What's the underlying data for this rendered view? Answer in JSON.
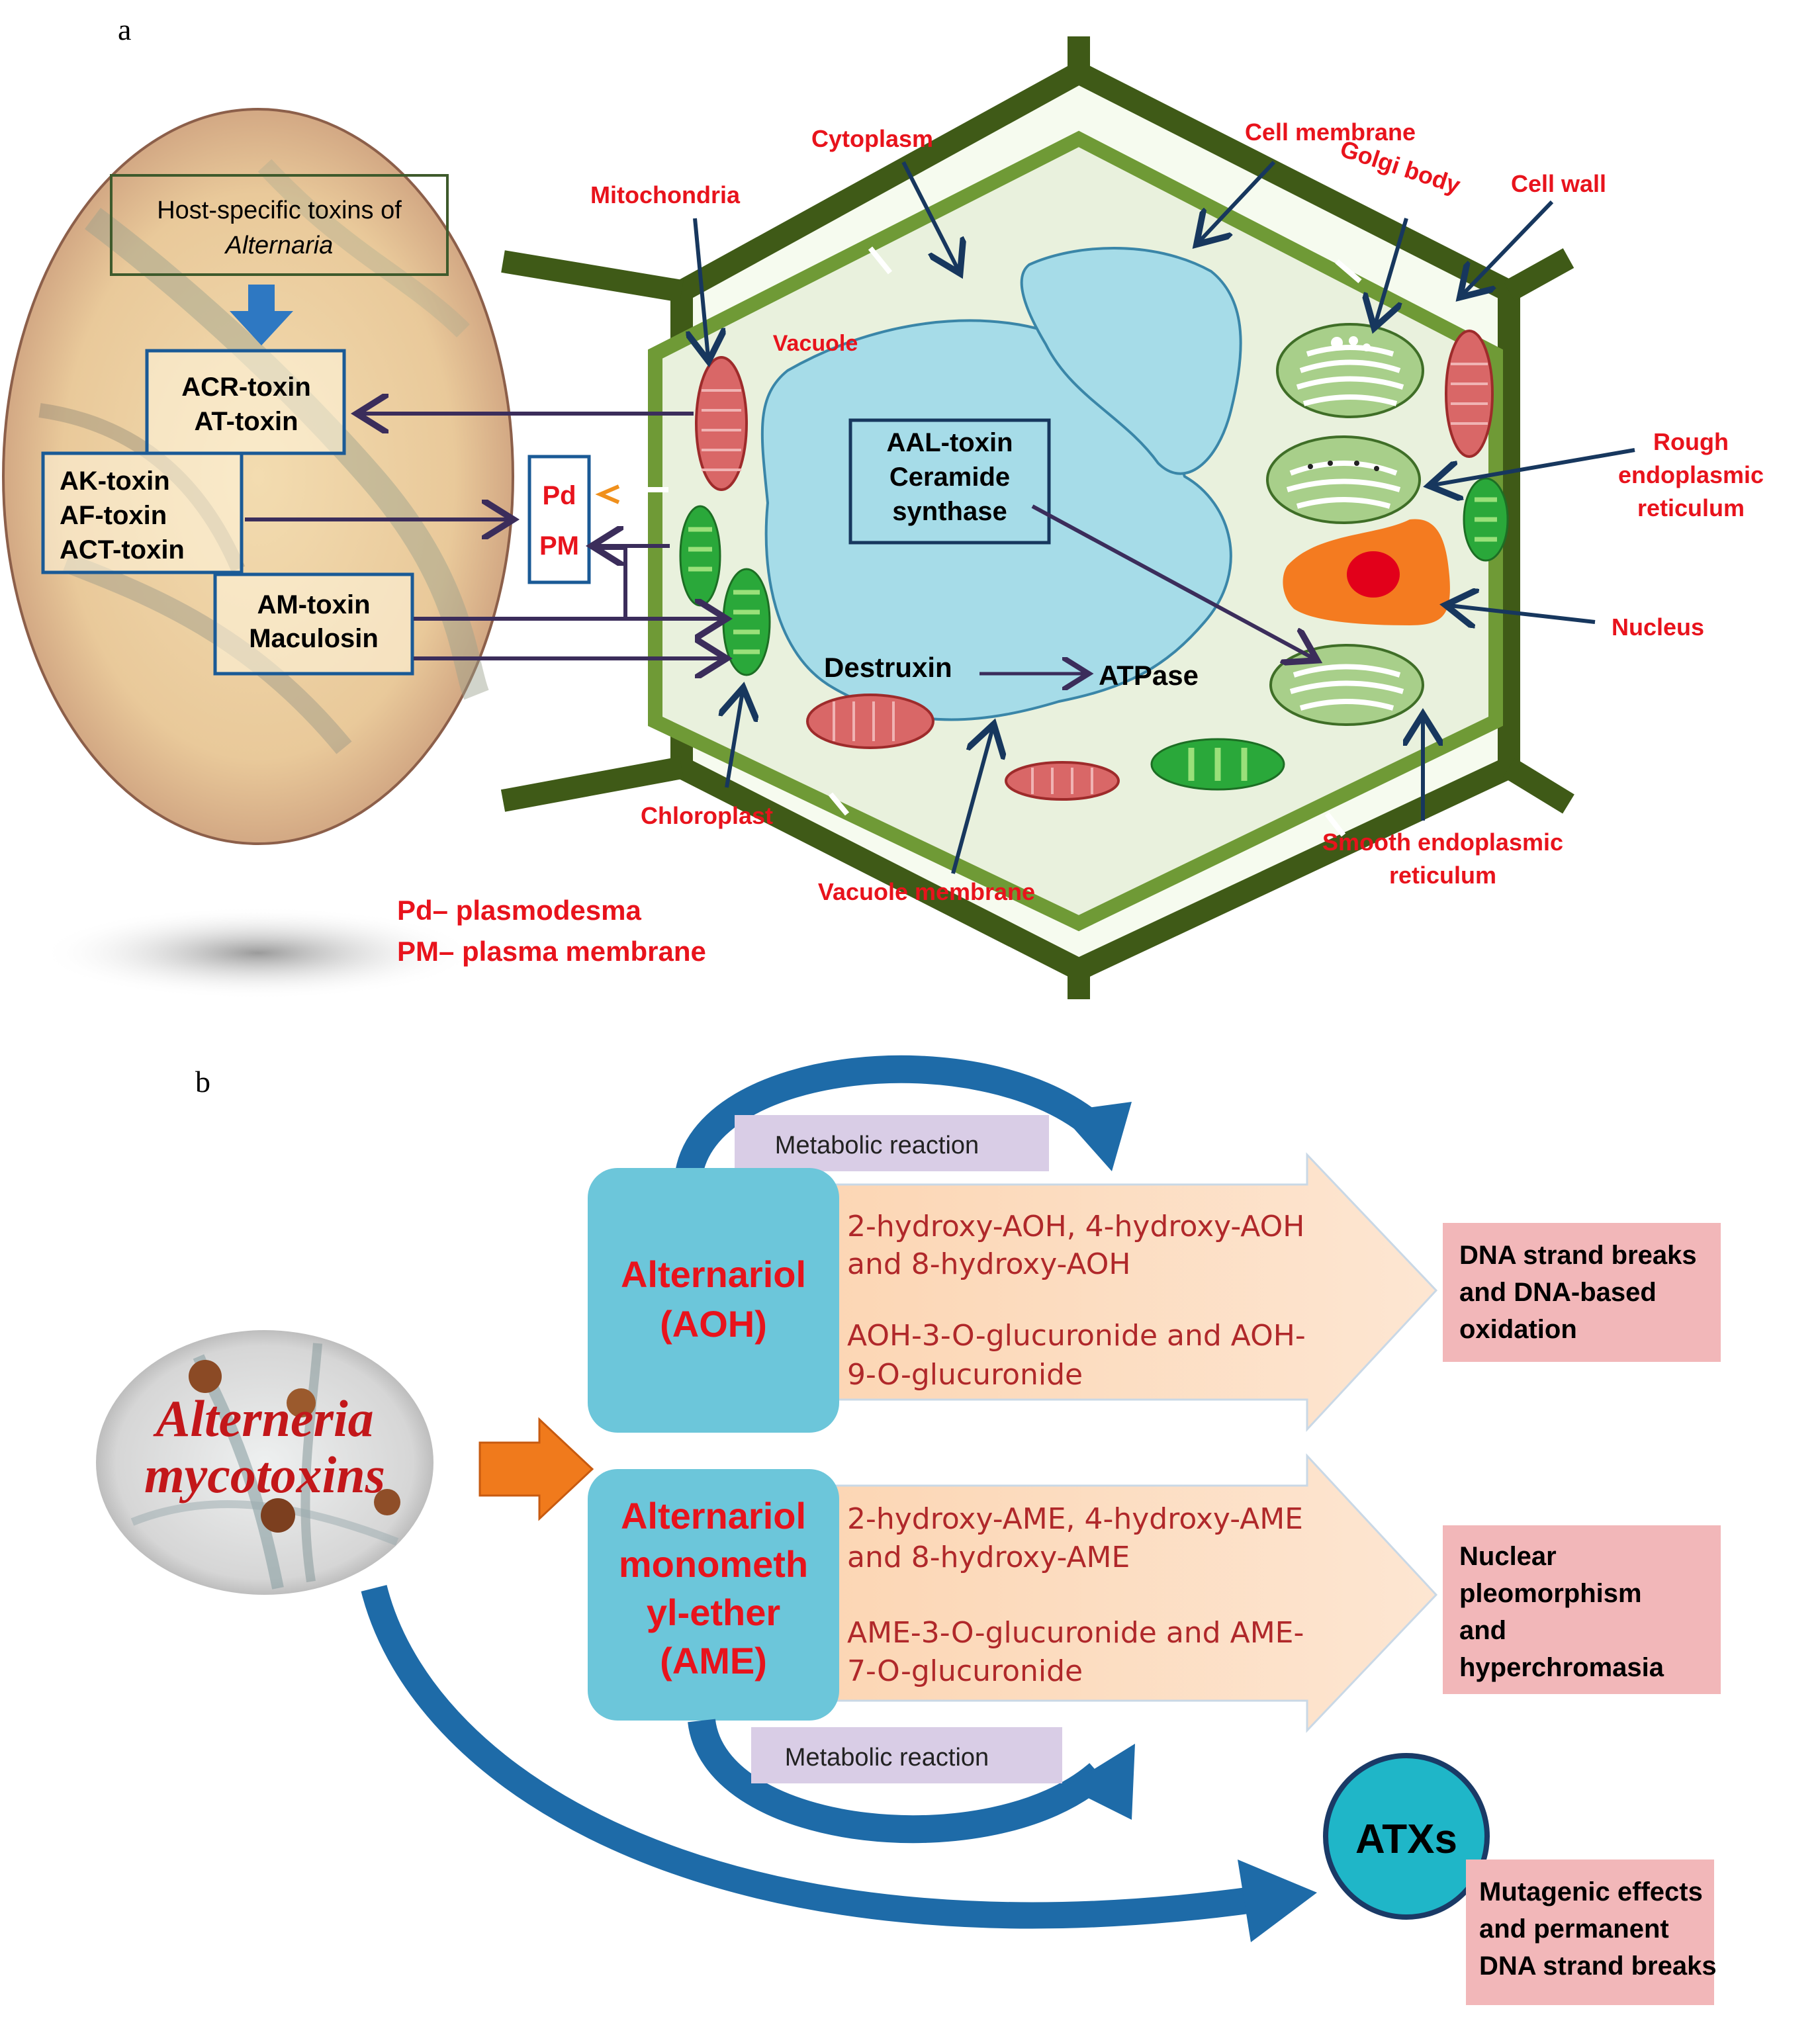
{
  "panel_a": {
    "letter": "a",
    "host_box": {
      "line1": "Host-specific toxins of",
      "line2": "Alternaria"
    },
    "acr_box": {
      "line1": "ACR-toxin",
      "line2": "AT-toxin"
    },
    "ak_box": {
      "line1": "AK-toxin",
      "line2": "AF-toxin",
      "line3": "ACT-toxin"
    },
    "am_box": {
      "line1": "AM-toxin",
      "line2": "Maculosin"
    },
    "pd_box": {
      "line1": "Pd",
      "line2": "PM"
    },
    "aal_box": {
      "line1": "AAL-toxin",
      "line2": "Ceramide",
      "line3": "synthase"
    },
    "destruxin": "Destruxin",
    "atpase": "ATPase",
    "labels": {
      "mitochondria": "Mitochondria",
      "cytoplasm": "Cytoplasm",
      "cell_membrane": "Cell membrane",
      "golgi": "Golgi body",
      "cell_wall": "Cell wall",
      "vacuole": "Vacuole",
      "rough_er": [
        "Rough",
        "endoplasmic",
        "reticulum"
      ],
      "nucleus": "Nucleus",
      "chloroplast": "Chloroplast",
      "vacuole_membrane": "Vacuole membrane",
      "smooth_er": [
        "Smooth endoplasmic",
        "reticulum"
      ]
    },
    "legend": {
      "pd": "Pd– plasmodesma",
      "pm": "PM– plasma membrane"
    }
  },
  "panel_b": {
    "letter": "b",
    "source_image_text": {
      "line1": "Alterneria",
      "line2": "mycotoxins"
    },
    "metabolic_top": "Metabolic reaction",
    "metabolic_bottom": "Metabolic reaction",
    "aoh_box": {
      "line1": "Alternariol",
      "line2": "(AOH)"
    },
    "aoh_metabolites": {
      "line1": "2-hydroxy-AOH, 4-hydroxy-AOH",
      "line2": "and 8-hydroxy-AOH",
      "line3": "AOH-3-O-glucuronide and AOH-",
      "line4": "9-O-glucuronide"
    },
    "ame_box": {
      "line1": "Alternariol",
      "line2": "monometh",
      "line3": "yl-ether",
      "line4": "(AME)"
    },
    "ame_metabolites": {
      "line1": "2-hydroxy-AME, 4-hydroxy-AME",
      "line2": "and 8-hydroxy-AME",
      "line3": "AME-3-O-glucuronide and AME-",
      "line4": "7-O-glucuronide"
    },
    "effect_aoh": {
      "line1": "DNA strand breaks",
      "line2": "and DNA-based",
      "line3": "oxidation"
    },
    "effect_ame": {
      "line1": "Nuclear",
      "line2": "pleomorphism",
      "line3": "and",
      "line4": "hyperchromasia"
    },
    "atxs": "ATXs",
    "effect_atx": {
      "line1": "Mutagenic effects",
      "line2": "and permanent",
      "line3": "DNA strand breaks"
    }
  },
  "colors": {
    "wall": "#3f5a17",
    "membrane": "#6f9a36",
    "cytoplasm": "#e9f1dd",
    "vacuole": "#a6dce8",
    "mitochondria": "#d96767",
    "chloroplast": "#2aa83a",
    "nucleus": "#f47b20",
    "nucleolus": "#e2001a",
    "box_blue": "#1a5a96",
    "arrow_purple": "#3b2d5b",
    "label_red": "#e8131c",
    "aoh_box": "#6cc6da",
    "metabolite_band": "#fcdcc0",
    "effect_box": "#f2b7b9",
    "metabolic_box": "#d9cde6",
    "curve_arrow": "#1e6ba8",
    "orange_arrow": "#f07a1c",
    "metabolite_text": "#b0282a"
  }
}
